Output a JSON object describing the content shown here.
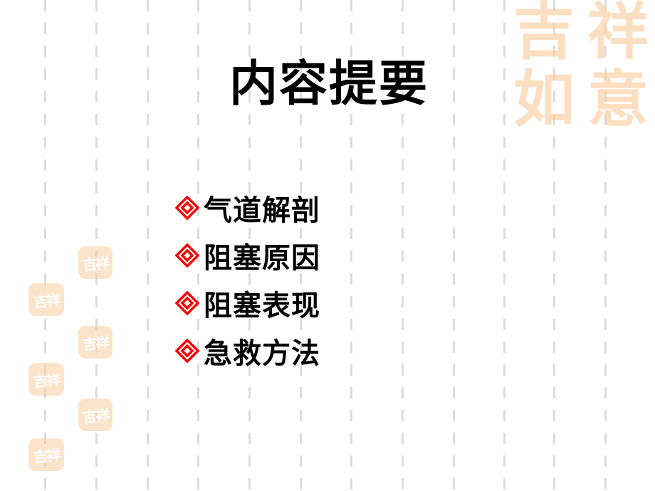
{
  "slide": {
    "title": "内容提要",
    "items": [
      {
        "label": "气道解剖"
      },
      {
        "label": "阻塞原因"
      },
      {
        "label": "阻塞表现"
      },
      {
        "label": "急救方法"
      }
    ],
    "bullet_icon": "red-double-diamond-icon",
    "decoration": {
      "seal_text": "吉祥",
      "seal_color": "#facda0",
      "bullet_color": "#ff0000",
      "pattern_color": "#d6d6d6"
    }
  }
}
